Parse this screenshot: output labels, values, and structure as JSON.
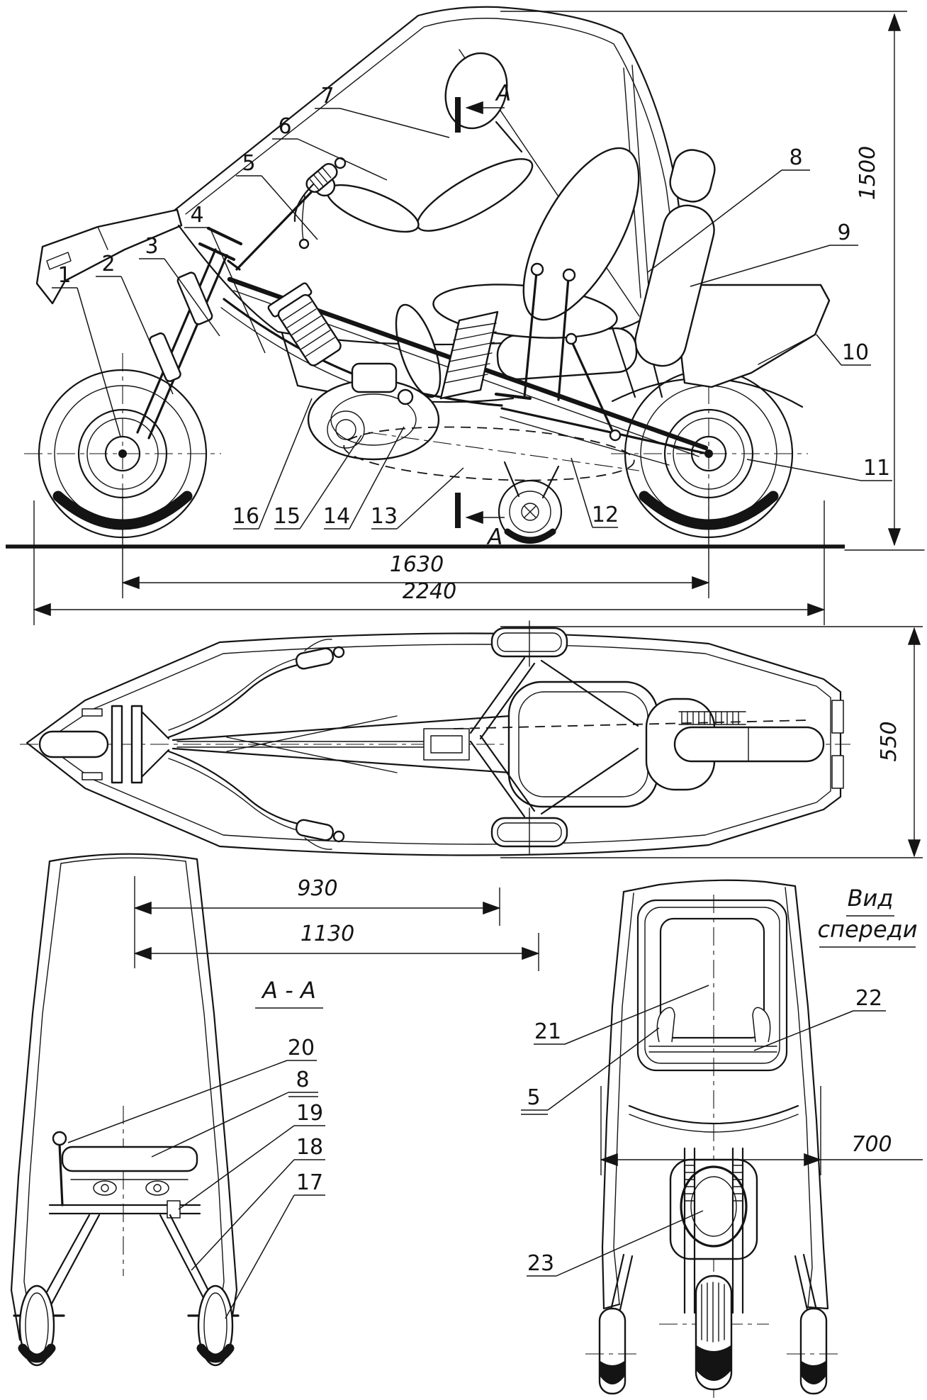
{
  "callouts": {
    "c1": "1",
    "c2": "2",
    "c3": "3",
    "c4": "4",
    "c5": "5",
    "c6": "6",
    "c7": "7",
    "c8": "8",
    "c9": "9",
    "c10": "10",
    "c11": "11",
    "c12": "12",
    "c13": "13",
    "c14": "14",
    "c15": "15",
    "c16": "16",
    "c17": "17",
    "c18": "18",
    "c19": "19",
    "c20": "20",
    "c21": "21",
    "c22": "22",
    "c23": "23",
    "c8_repeat": "8",
    "c5_repeat": "5"
  },
  "dimensions": {
    "overall_height": "1500",
    "wheelbase": "1630",
    "overall_length": "2240",
    "body_width_top": "550",
    "dim_930": "930",
    "dim_1130": "1130",
    "front_width": "700"
  },
  "section": {
    "marker_letter_top": "A",
    "marker_letter_bottom": "A",
    "title": "А - А"
  },
  "front_view": {
    "title_line1": "Вид",
    "title_line2": "спереди"
  },
  "colors": {
    "ink": "#141414",
    "paper": "#ffffff"
  }
}
